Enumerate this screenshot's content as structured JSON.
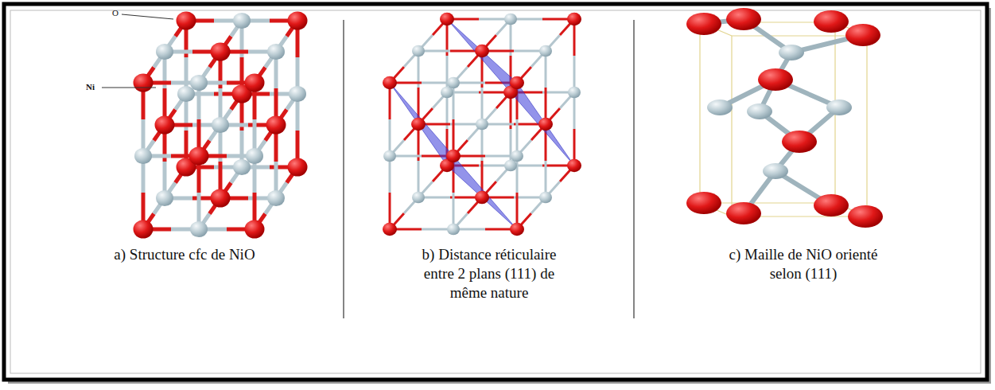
{
  "diagram": {
    "labels": [
      "O",
      "Ni",
      "a) Structure cfc de NiO",
      "b) Distance réticulaire entre 2 plans (111) de même nature",
      "c) Maille de NiO orienté selon (111)"
    ]
  }
}
